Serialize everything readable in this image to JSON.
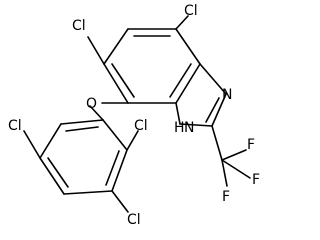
{
  "molecule": {
    "atoms": [
      {
        "id": "cl_top_left",
        "label": "Cl"
      },
      {
        "id": "cl_top_right",
        "label": "Cl"
      },
      {
        "id": "o_ether",
        "label": "O"
      },
      {
        "id": "n_imine",
        "label": "N"
      },
      {
        "id": "nh_amine",
        "label": "H"
      },
      {
        "id": "nh_n",
        "label": "N"
      },
      {
        "id": "f_top",
        "label": "F"
      },
      {
        "id": "f_right",
        "label": "F"
      },
      {
        "id": "f_bottom",
        "label": "F"
      },
      {
        "id": "cl_lower_left",
        "label": "Cl"
      },
      {
        "id": "cl_lower_mid",
        "label": "Cl"
      },
      {
        "id": "cl_bottom",
        "label": "Cl"
      }
    ]
  }
}
